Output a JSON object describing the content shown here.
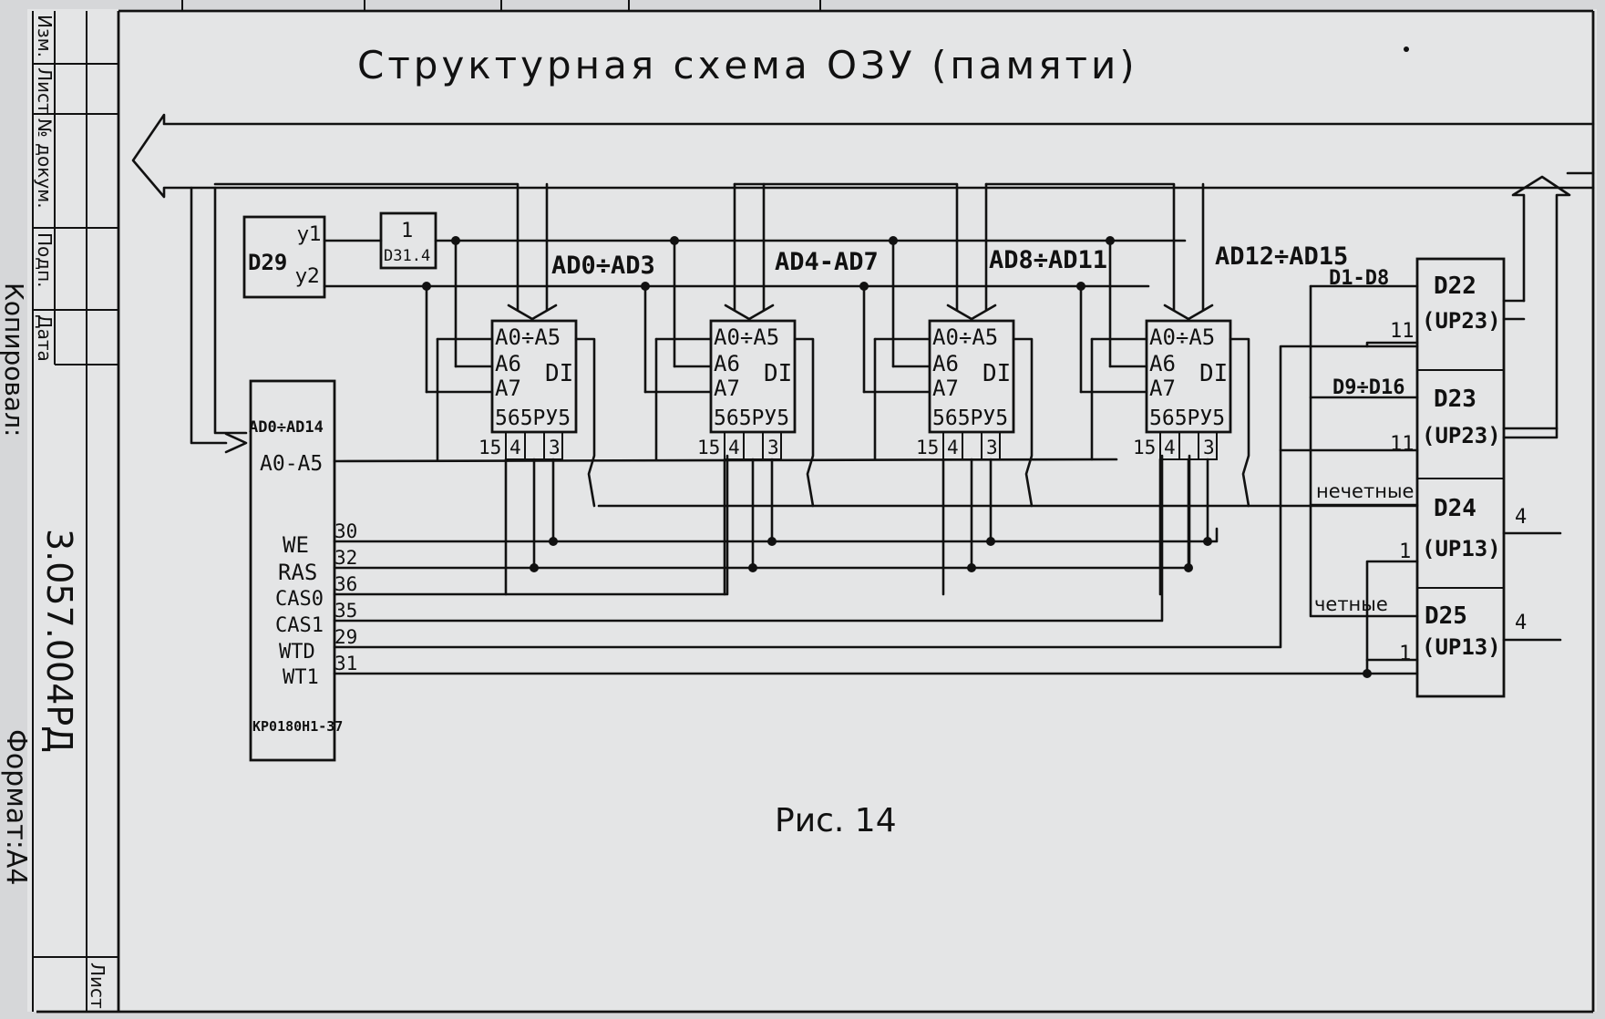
{
  "title": "Структурная схема ОЗУ (памяти)",
  "caption": "Рис. 14",
  "stamp": {
    "col_labels": [
      "Изм.",
      "Лист",
      "№ докум.",
      "Подп.",
      "Дата"
    ],
    "copied": "Копировал:",
    "doc_code": "3.057.004РД",
    "format": "Формат:А4",
    "sheet": "Лист"
  },
  "controller": {
    "in_label": "AD0÷AD14",
    "out_label": "A0-A5",
    "chip": "КР0180Н1-37",
    "signals": [
      {
        "name": "WE",
        "pin": "30"
      },
      {
        "name": "RAS",
        "pin": "32"
      },
      {
        "name": "CAS0",
        "pin": "36"
      },
      {
        "name": "CAS1",
        "pin": "35"
      },
      {
        "name": "WTD",
        "pin": "29"
      },
      {
        "name": "WT1",
        "pin": "31"
      }
    ]
  },
  "d29": {
    "name": "D29",
    "y1": "у1",
    "y2": "у2"
  },
  "d31": {
    "num": "1",
    "name": "D31.4"
  },
  "bus_labels": [
    "AD0÷AD3",
    "AD4-AD7",
    "AD8÷AD11",
    "AD12÷AD15"
  ],
  "ram": {
    "a0": "A0÷A5",
    "a6": "A6",
    "a7": "A7",
    "di": "DI",
    "name": "565РУ5",
    "pins": [
      "15",
      "4",
      "3"
    ]
  },
  "right": {
    "d22": {
      "name": "D22",
      "type": "(UP23)",
      "pin": "11",
      "in": "D1-D8"
    },
    "d23": {
      "name": "D23",
      "type": "(UP23)",
      "pin": "11",
      "in": "D9÷D16"
    },
    "d24": {
      "name": "D24",
      "type": "(UP13)",
      "pin": "1",
      "out": "4",
      "in": "нечетные"
    },
    "d25": {
      "name": "D25",
      "type": "(UP13)",
      "pin": "1",
      "out": "4",
      "in": "четные"
    }
  }
}
